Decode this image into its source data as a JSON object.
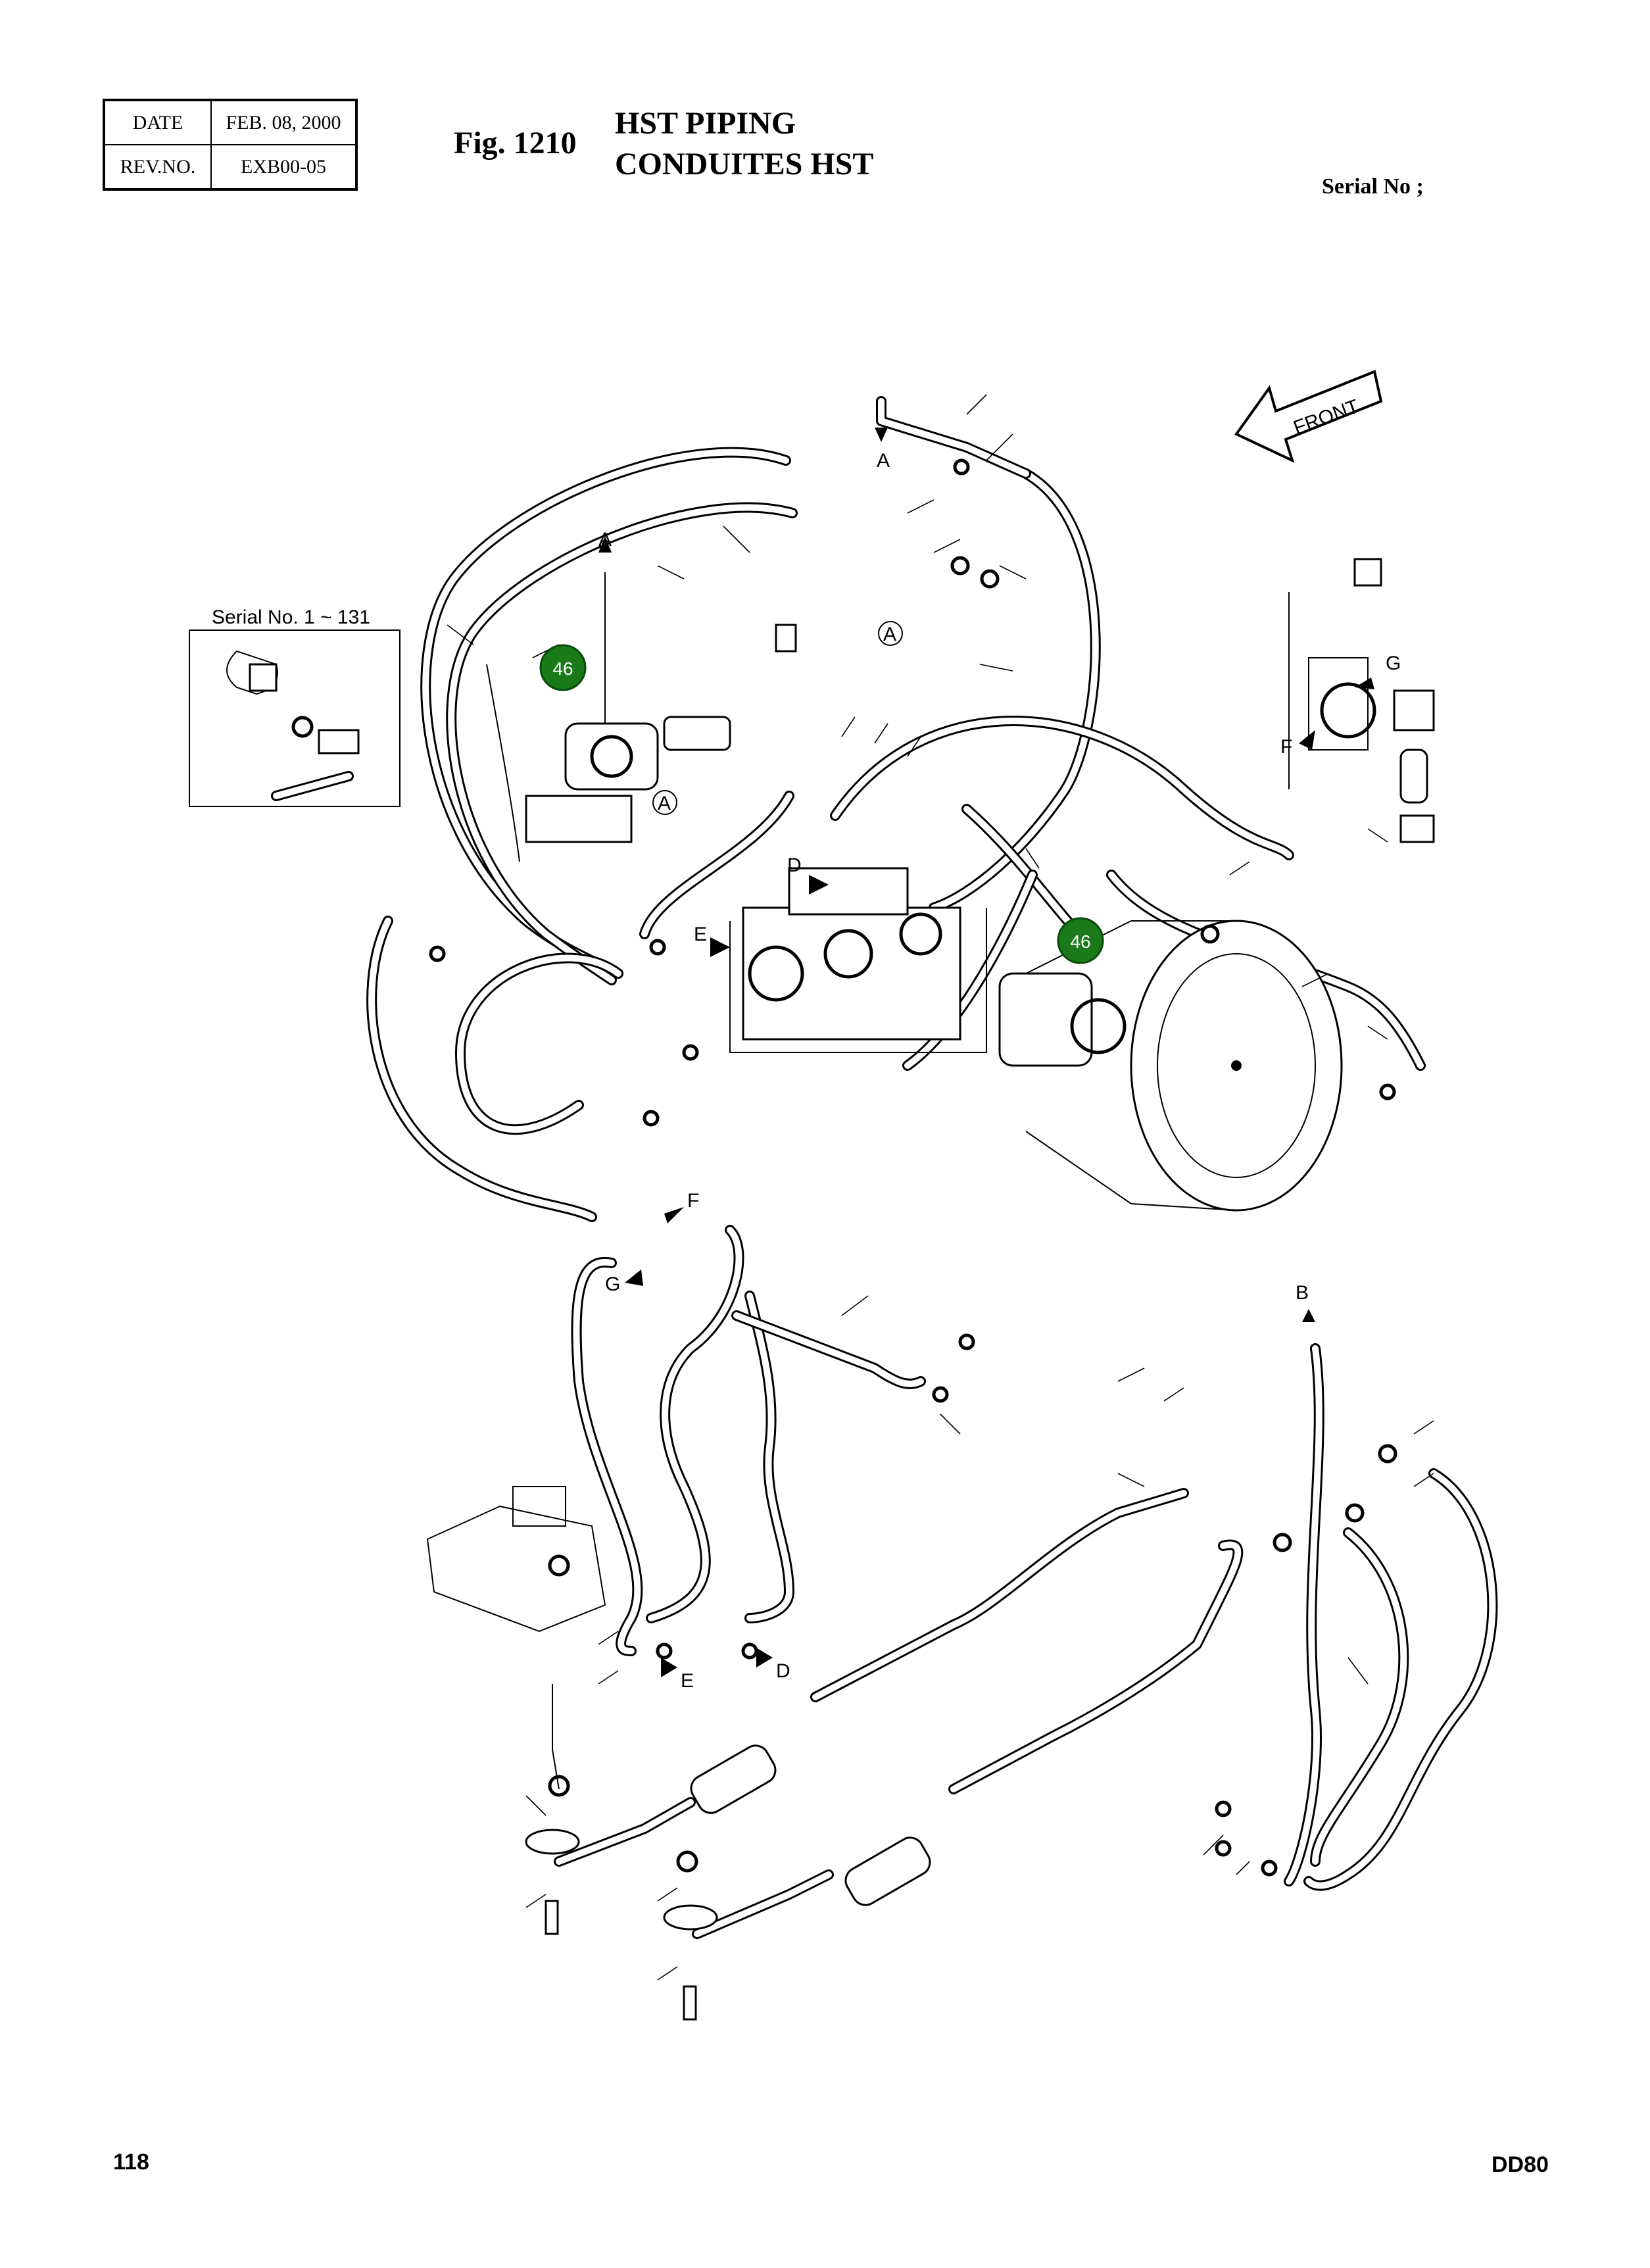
{
  "header": {
    "date_label": "DATE",
    "date_value": "FEB. 08, 2000",
    "rev_label": "REV.NO.",
    "rev_value": "EXB00-05",
    "figure_number": "Fig. 1210",
    "title_en": "HST PIPING",
    "title_fr": "CONDUITES HST",
    "serial_label": "Serial No ;"
  },
  "diagram": {
    "front_label": "FRONT",
    "inset_label": "Serial No. 1 ~ 131",
    "callouts": [
      {
        "id": "callout-46-left",
        "text": "46",
        "color": "#1a7a1a"
      },
      {
        "id": "callout-46-right",
        "text": "46",
        "color": "#1a7a1a"
      }
    ],
    "connection_labels": [
      "A",
      "A",
      "A",
      "A",
      "B",
      "D",
      "D",
      "E",
      "E",
      "F",
      "F",
      "G",
      "G"
    ]
  },
  "footer": {
    "page_number": "118",
    "model": "DD80"
  }
}
